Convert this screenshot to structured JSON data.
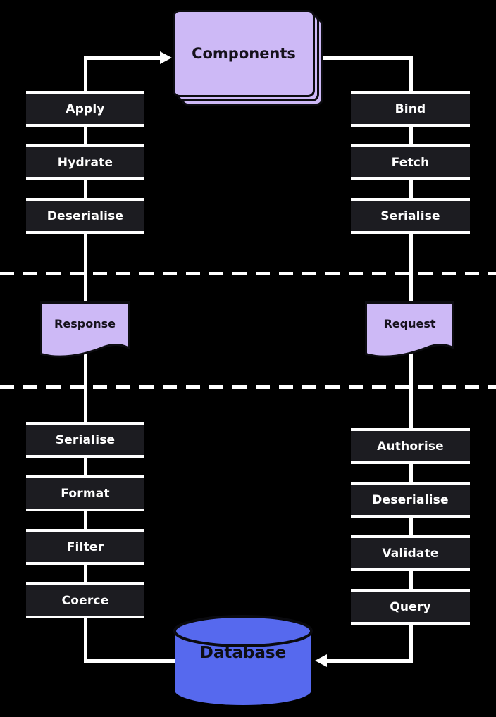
{
  "diagram": {
    "title_node": {
      "label": "Components"
    },
    "database_node": {
      "label": "Database"
    },
    "left_pipeline": {
      "top_steps": [
        {
          "label": "Apply"
        },
        {
          "label": "Hydrate"
        },
        {
          "label": "Deserialise"
        }
      ],
      "document": {
        "label": "Response"
      },
      "bottom_steps": [
        {
          "label": "Serialise"
        },
        {
          "label": "Format"
        },
        {
          "label": "Filter"
        },
        {
          "label": "Coerce"
        }
      ]
    },
    "right_pipeline": {
      "top_steps": [
        {
          "label": "Bind"
        },
        {
          "label": "Fetch"
        },
        {
          "label": "Serialise"
        }
      ],
      "document": {
        "label": "Request"
      },
      "bottom_steps": [
        {
          "label": "Authorise"
        },
        {
          "label": "Deserialise"
        },
        {
          "label": "Validate"
        },
        {
          "label": "Query"
        }
      ]
    },
    "colors": {
      "background": "#000000",
      "node_dark": "#1c1c21",
      "node_purple": "#cdb9f6",
      "node_blue": "#5669ee",
      "line_white": "#ffffff",
      "text_light": "#ffffff",
      "text_dark": "#16121c"
    }
  }
}
